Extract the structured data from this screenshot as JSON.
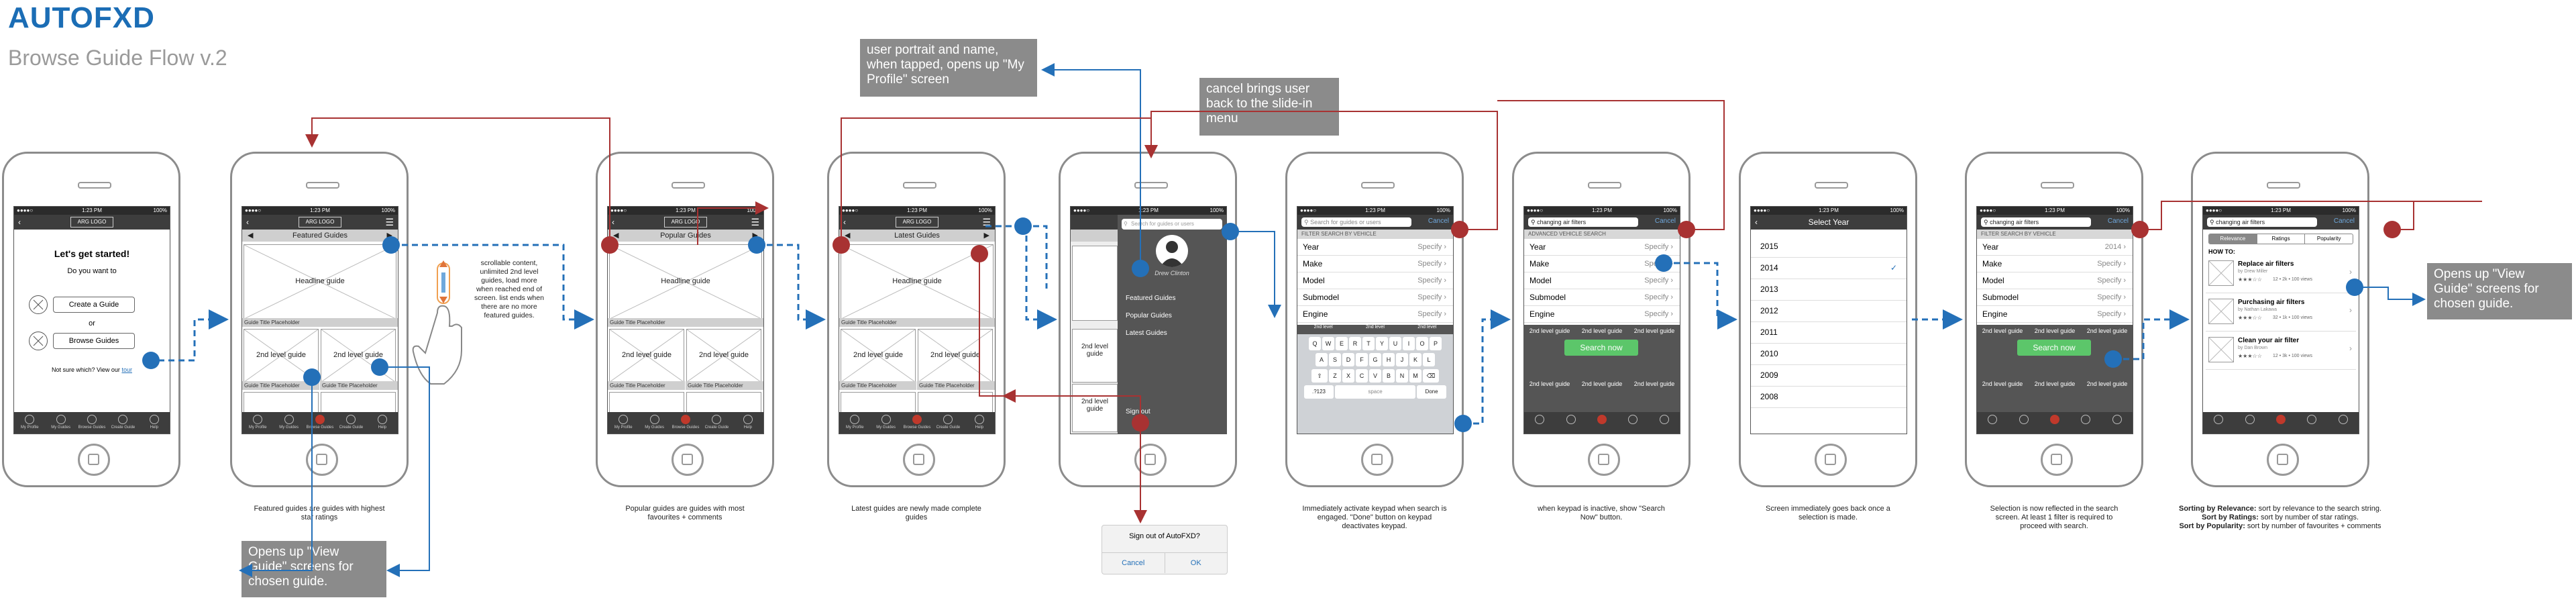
{
  "header": {
    "title": "AUTOFXD",
    "subtitle": "Browse Guide Flow  v.2"
  },
  "status": {
    "time": "1:23 PM",
    "battery": "100%"
  },
  "nav": {
    "logo": "ARG LOGO"
  },
  "tabs": [
    "My Profile",
    "My Guides",
    "Browse Guides",
    "Create Guide",
    "Help"
  ],
  "screen1": {
    "heading": "Let's get started!",
    "do_you_want": "Do you want to",
    "create": "Create a Guide",
    "or": "or",
    "browse": "Browse Guides",
    "not_sure": "Not sure which?  View our",
    "tour": "tour"
  },
  "screen2": {
    "bar": "Featured Guides",
    "headline": "Headline guide",
    "caption": "Guide Title Placeholder",
    "second": "2nd level guide",
    "caption2": "Guide Title Placeholder"
  },
  "screen3": {
    "bar": "Popular Guides",
    "headline": "Headline guide",
    "caption": "Guide Title Placeholder",
    "second": "2nd level guide"
  },
  "screen4": {
    "bar": "Latest Guides",
    "headline": "Headline guide",
    "caption": "Guide Title Placeholder",
    "second": "2nd level guide"
  },
  "screen5": {
    "search": "Search for guides or users",
    "user": "Drew Clinton",
    "items": [
      "Featured Guides",
      "Popular Guides",
      "Latest Guides"
    ],
    "signout": "Sign out",
    "second": "2nd level guide",
    "dialog_title": "Sign out of AutoFXD?",
    "dialog_cancel": "Cancel",
    "dialog_ok": "OK"
  },
  "screen6": {
    "search": "Search for guides or users",
    "cancel": "Cancel",
    "filter": "FILTER SEARCH BY VEHICLE",
    "rows": [
      "Year",
      "Make",
      "Model",
      "Submodel",
      "Engine"
    ],
    "specify": "Specify",
    "keys1": [
      "Q",
      "W",
      "E",
      "R",
      "T",
      "Y",
      "U",
      "I",
      "O",
      "P"
    ],
    "keys2": [
      "A",
      "S",
      "D",
      "F",
      "G",
      "H",
      "J",
      "K",
      "L"
    ],
    "keys3": [
      "Z",
      "X",
      "C",
      "V",
      "B",
      "N",
      "M"
    ],
    "space": "space",
    "done": "Done",
    "num": ".?123",
    "second": "2nd level"
  },
  "screen7": {
    "search": "changing air filters",
    "cancel": "Cancel",
    "filter": "ADVANCED VEHICLE SEARCH",
    "rows": [
      "Year",
      "Make",
      "Model",
      "Submodel",
      "Engine"
    ],
    "specify": "Specify",
    "button": "Search now",
    "second": "2nd level guide"
  },
  "screen8": {
    "title": "Select Year",
    "years": [
      "2015",
      "2014",
      "2013",
      "2012",
      "2011",
      "2010",
      "2009",
      "2008"
    ],
    "check": "✓"
  },
  "screen9": {
    "search": "changing air filters",
    "cancel": "Cancel",
    "filter": "FILTER SEARCH BY VEHICLE",
    "rows": [
      "Year",
      "Make",
      "Model",
      "Submodel",
      "Engine"
    ],
    "year_val": "2014",
    "specify": "Specify",
    "button": "Search now",
    "second": "2nd level guide"
  },
  "screen10": {
    "search": "changing air filters",
    "cancel": "Cancel",
    "sort": [
      "Relevance",
      "Ratings",
      "Popularity"
    ],
    "howto": "HOW TO:",
    "results": [
      {
        "title": "Replace air filters",
        "by": "by Drew Miller",
        "meta": "12 • 2k • 100 views"
      },
      {
        "title": "Purchasing air filters",
        "by": "by Nathan Lakawa",
        "meta": "32 • 1k • 100 views"
      },
      {
        "title": "Clean your air filter",
        "by": "by Dan Brown",
        "meta": "12 • 3k • 100 views"
      }
    ]
  },
  "notes": {
    "n2": "Featured guides are guides with highest star ratings",
    "n3": "Popular guides are guides with most favourites + comments",
    "n4": "Latest guides are newly made complete guides",
    "n6": "Immediately activate keypad when search is engaged.  \"Done\" button on keypad deactivates keypad.",
    "n7": "when keypad is inactive, show \"Search Now\" button.",
    "n8": "Screen immediately goes back once a selection is made.",
    "n9": "Selection is now reflected in the search screen.   At least 1 filter is required to proceed with search.",
    "n10_a": "Sorting by Relevance:",
    "n10_a2": " sort by relevance to the search string.",
    "n10_b": "Sort by Ratings:",
    "n10_b2": " sort by number of star ratings.",
    "n10_c": "Sort by Popularity:",
    "n10_c2": " sort by number of favourites + comments",
    "scroll": "scrollable content, unlimited 2nd level guides, load more when reached end of screen.  list ends when there are no more featured guides."
  },
  "callouts": {
    "portrait": "user portrait and name, when tapped, opens up \"My Profile\" screen",
    "cancel": "cancel brings user back to the slide-in menu",
    "view_guide_left": "Opens up \"View Guide\" screens for chosen guide.",
    "view_guide_right": "Opens up \"View Guide\" screens for chosen guide."
  },
  "colors": {
    "blue": "#2470b8",
    "red": "#a83232",
    "title": "#1b6db5",
    "callout": "#8b8b8b",
    "green": "#5cc66a"
  }
}
